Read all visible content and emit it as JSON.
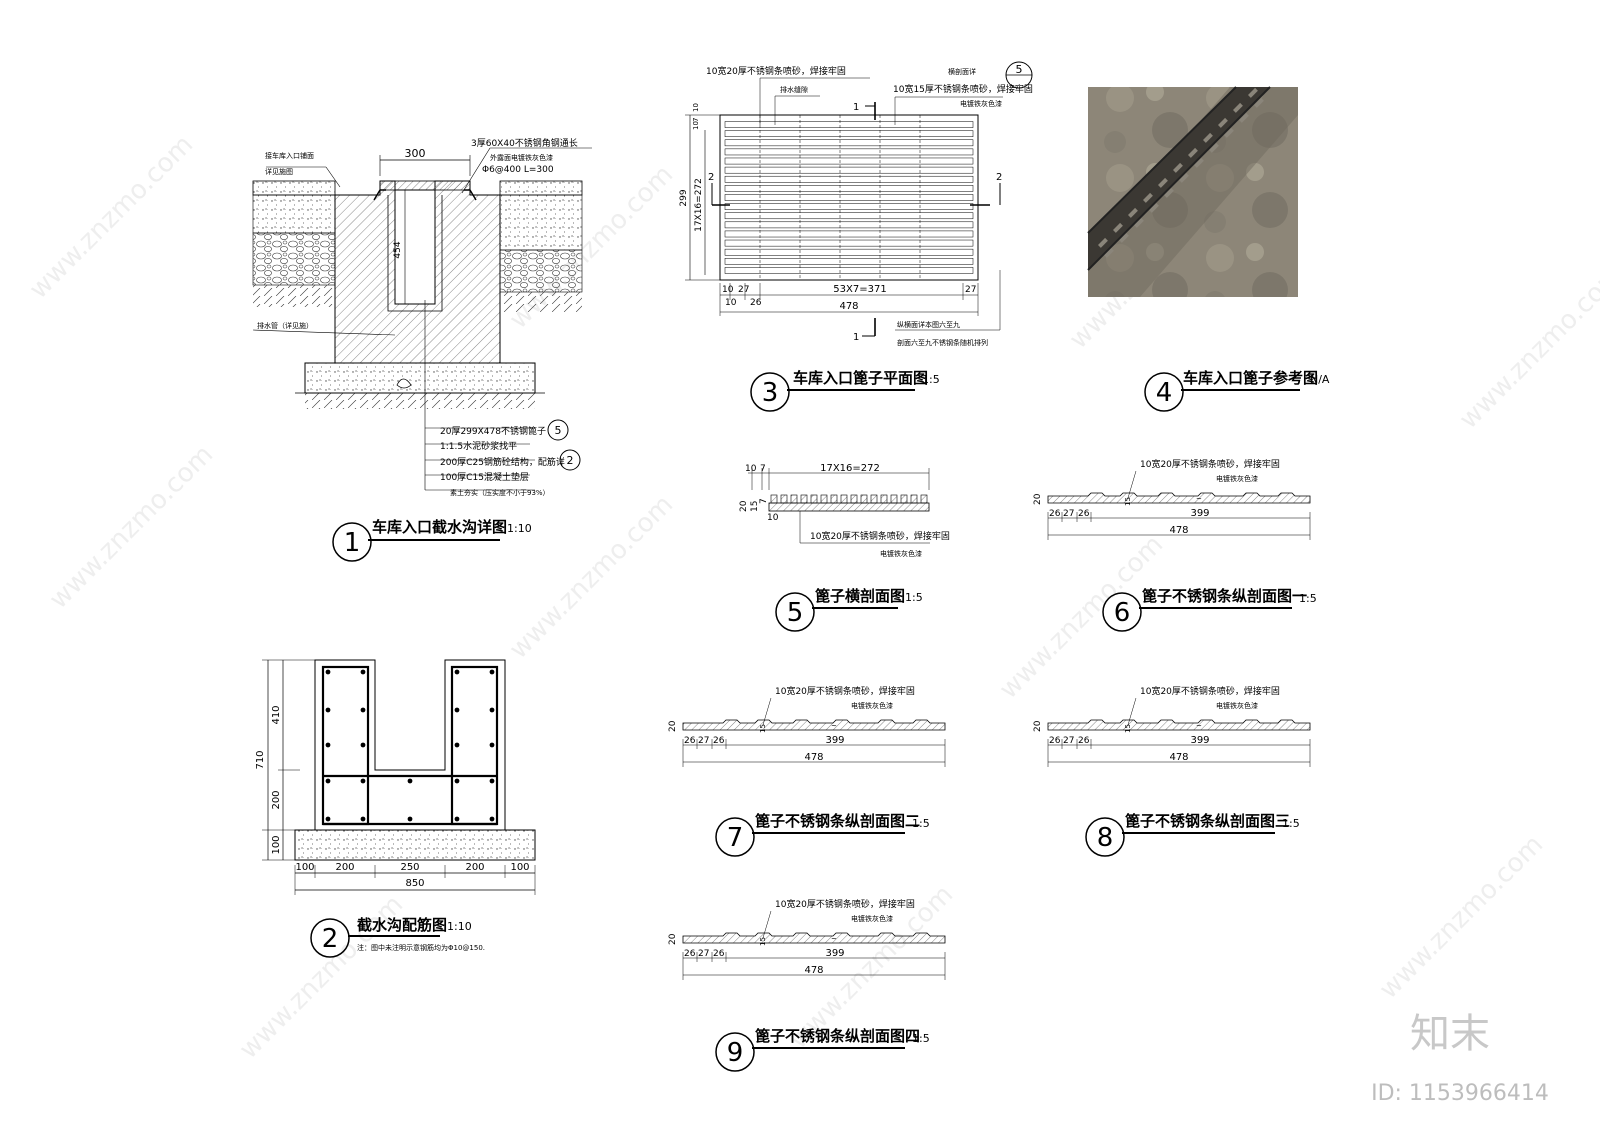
{
  "watermark": {
    "site": "www.znzmo.com",
    "brand_cn": "知末",
    "id": "ID: 1153966414"
  },
  "fig1": {
    "number": "1",
    "title": "车库入口截水沟详图",
    "scale": "1:10",
    "dims": {
      "width": "300",
      "depth": "454"
    },
    "notes_top": [
      "接车库入口铺面",
      "详见施图"
    ],
    "notes_right": [
      "3厚60X40不锈钢角钢通长",
      "外露面电镀铁灰色漆",
      "Φ6@400  L=300"
    ],
    "note_left": "排水管（详见施）",
    "layers": [
      "20厚299X478不锈钢篦子",
      "1:1.5水泥砂浆找平",
      "200厚C25钢筋砼结构，配筋详",
      "100厚C15混凝土垫层",
      "素土夯实（压实度不小于93%）"
    ],
    "layer_refs": [
      "5",
      "2"
    ]
  },
  "fig2": {
    "number": "2",
    "title": "截水沟配筋图",
    "scale": "1:10",
    "note": "注：图中未注明示意钢筋均为Φ10@150.",
    "dims_v": [
      "710",
      "410",
      "200",
      "100"
    ],
    "dims_h": [
      "100",
      "200",
      "250",
      "200",
      "100"
    ],
    "total": "850"
  },
  "fig3": {
    "number": "3",
    "title": "车库入口篦子平面图",
    "scale": "1:5",
    "notes": [
      "10宽20厚不锈钢条喷砂，焊接牢固",
      "排水缝隙",
      "横剖面详",
      "10宽15厚不锈钢条喷砂，焊接牢固",
      "电镀铁灰色漆",
      "纵横面详本图六至九",
      "剖面六至九不锈钢条随机排列"
    ],
    "dims_v": [
      "10",
      "7",
      "10",
      "299",
      "17X16=272"
    ],
    "dims_h": [
      "10",
      "10",
      "27",
      "26",
      "53X7=371",
      "27"
    ],
    "total": "478",
    "section_marks": [
      "1",
      "1",
      "2",
      "2"
    ],
    "ref": "5"
  },
  "fig4": {
    "number": "4",
    "title": "车库入口篦子参考图",
    "scale": "N/A"
  },
  "fig5": {
    "number": "5",
    "title": "篦子横剖面图",
    "scale": "1:5",
    "dims_top": [
      "10",
      "7",
      "17X16=272"
    ],
    "dims_side": [
      "20",
      "15",
      "7",
      "10"
    ],
    "note": [
      "10宽20厚不锈钢条喷砂，焊接牢固",
      "电镀铁灰色漆"
    ]
  },
  "sections": [
    {
      "number": "6",
      "title": "篦子不锈钢条纵剖面图一",
      "scale": "1:5"
    },
    {
      "number": "7",
      "title": "篦子不锈钢条纵剖面图二",
      "scale": "1:5"
    },
    {
      "number": "8",
      "title": "篦子不锈钢条纵剖面图三",
      "scale": "1:5"
    },
    {
      "number": "9",
      "title": "篦子不锈钢条纵剖面图四",
      "scale": "1:5"
    }
  ],
  "section_common": {
    "note": [
      "10宽20厚不锈钢条喷砂，焊接牢固",
      "电镀铁灰色漆"
    ],
    "thk": "20",
    "side": "15",
    "dims": [
      "26",
      "27",
      "26",
      "399"
    ],
    "total": "478"
  }
}
